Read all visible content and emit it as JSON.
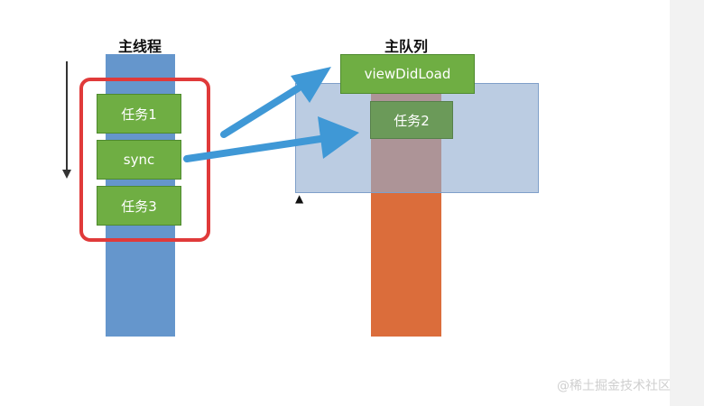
{
  "titles": {
    "main_thread": "主线程",
    "main_queue": "主队列"
  },
  "tasks": {
    "task1": "任务1",
    "sync": "sync",
    "task3": "任务3",
    "view_did_load": "viewDidLoad",
    "task2": "任务2"
  },
  "watermark": "@稀土掘金技术社区",
  "icons": {
    "down_arrow": "down-arrow-icon",
    "cursor": "mouse-pointer-icon"
  },
  "colors": {
    "thread_column": "#6596cc",
    "queue_column": "#db6d3b",
    "task_green": "#6fae43",
    "highlight_red": "#e03a3a",
    "arrow_blue": "#3f98d6"
  }
}
